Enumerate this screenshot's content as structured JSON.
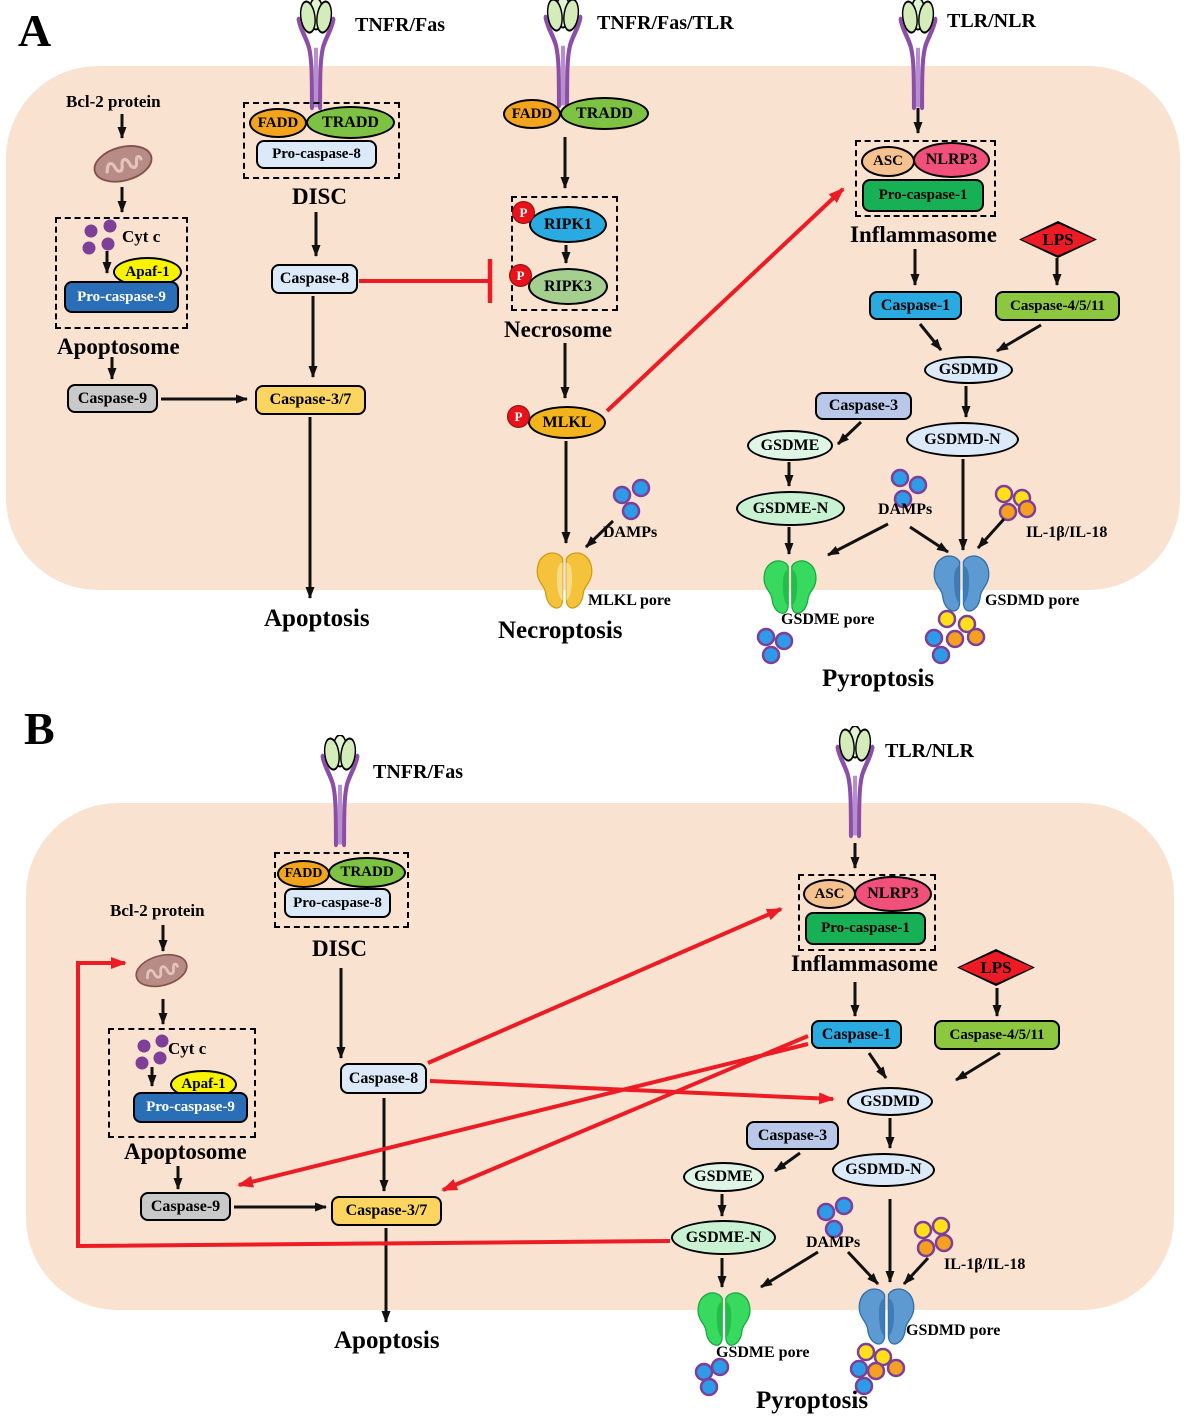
{
  "figure": {
    "panel_a_label": "A",
    "panel_b_label": "B"
  },
  "labels": {
    "tnfr_fas": "TNFR/Fas",
    "tnfr_fas_tlr": "TNFR/Fas/TLR",
    "tlr_nlr": "TLR/NLR",
    "bcl2": "Bcl-2 protein",
    "cyt_c": "Cyt c",
    "apaf_1": "Apaf-1",
    "pro_caspase_9": "Pro-caspase-9",
    "apoptosome": "Apoptosome",
    "caspase_9": "Caspase-9",
    "caspase_3_7": "Caspase-3/7",
    "apoptosis": "Apoptosis",
    "fadd": "FADD",
    "tradd": "TRADD",
    "pro_caspase_8": "Pro-caspase-8",
    "disc": "DISC",
    "caspase_8": "Caspase-8",
    "phospho": "P",
    "ripk1": "RIPK1",
    "ripk3": "RIPK3",
    "necrosome": "Necrosome",
    "mlkl": "MLKL",
    "damps": "DAMPs",
    "mlkl_pore": "MLKL pore",
    "necroptosis": "Necroptosis",
    "asc": "ASC",
    "nlrp3": "NLRP3",
    "pro_caspase_1": "Pro-caspase-1",
    "inflammasome": "Inflammasome",
    "lps": "LPS",
    "caspase_1": "Caspase-1",
    "caspase_4_5_11": "Caspase-4/5/11",
    "gsdmd": "GSDMD",
    "caspase_3": "Caspase-3",
    "gsdme": "GSDME",
    "gsdmd_n": "GSDMD-N",
    "gsdme_n": "GSDME-N",
    "il_1b_il_18": "IL-1β/IL-18",
    "gsdme_pore": "GSDME pore",
    "gsdmd_pore": "GSDMD pore",
    "pyroptosis": "Pyroptosis"
  },
  "colors": {
    "cell_fill": "#FAE2D0",
    "arrow_red": "#ED1C24",
    "arrow_black": "#111111",
    "fadd_fill": "#F2A51C",
    "tradd_fill": "#7DC242",
    "pro_caspase_8_fill": "#DCE9F8",
    "pro_caspase_9_fill": "#2A6EB8",
    "apaf_1_fill": "#F8F400",
    "caspase_9_fill": "#C9C9C9",
    "caspase_3_7_fill": "#FBD55F",
    "ripk1_fill": "#29ABE2",
    "ripk3_fill": "#A5CF8E",
    "mlkl_fill": "#F2B31C",
    "asc_fill": "#F5C28F",
    "nlrp3_fill": "#F1507B",
    "pro_caspase_1_fill": "#17B054",
    "lps_fill": "#ED1C24",
    "caspase_1_fill": "#29ABE2",
    "caspase_4_5_11_fill": "#8DC63F",
    "gsdmd_fill": "#DCE9F8",
    "caspase_3_fill": "#B9C7E8",
    "gsdme_fill": "#DFF5E5",
    "gsdme_n_fill": "#C9F2D3",
    "mlkl_pore_fill": "#F5C33B",
    "gsdme_pore_fill": "#37D95E",
    "gsdmd_pore_fill": "#5D9AD2",
    "damp_dot_fill": "#2E9BE8",
    "il_yellow_dot_fill": "#FFE01A",
    "il_orange_dot_fill": "#F5A020",
    "cyt_c_dot_fill": "#7D3F98",
    "receptor_stalk": "#8C4FA8",
    "phospho_fill": "#E8121A"
  }
}
